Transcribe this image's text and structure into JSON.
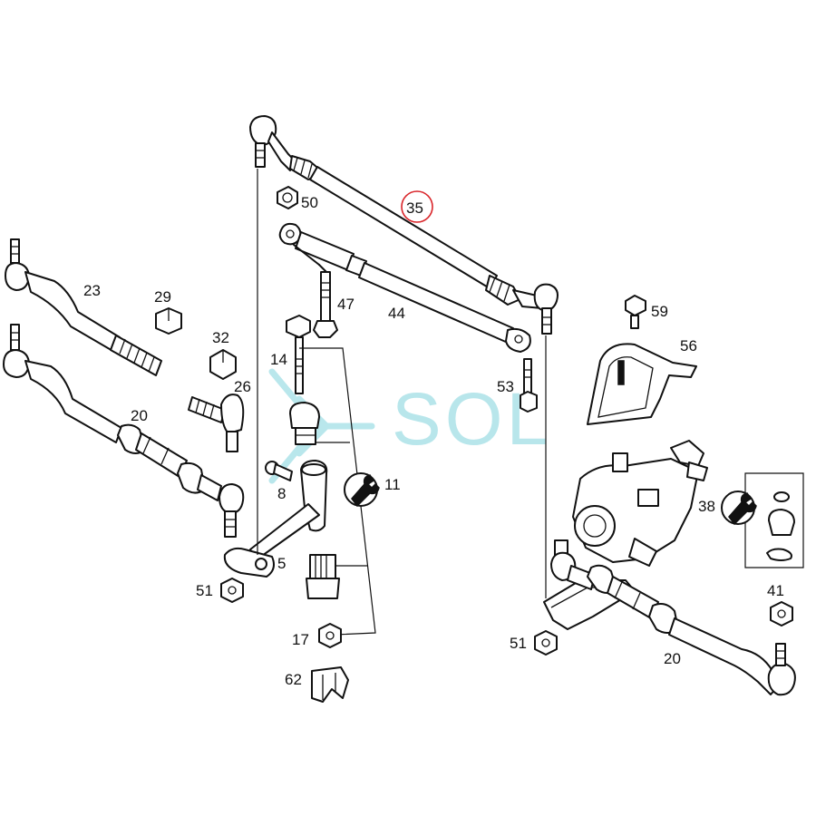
{
  "watermark": {
    "text": "SOL",
    "color": "#7fd3dc"
  },
  "highlight": {
    "label": "35",
    "color": "#d9252a"
  },
  "callouts": {
    "c35": "35",
    "c50": "50",
    "c47": "47",
    "c44": "44",
    "c59": "59",
    "c56": "56",
    "c23": "23",
    "c29": "29",
    "c32": "32",
    "c26": "26",
    "c14": "14",
    "c53": "53",
    "c20_left": "20",
    "c11": "11",
    "c8": "8",
    "c38": "38",
    "c5": "5",
    "c51_left": "51",
    "c41": "41",
    "c17": "17",
    "c51_right": "51",
    "c20_right": "20",
    "c62": "62"
  }
}
